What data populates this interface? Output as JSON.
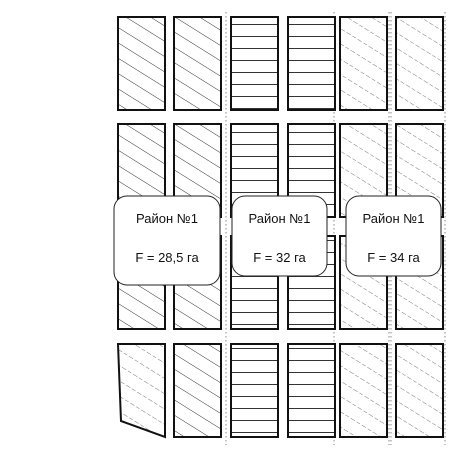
{
  "districts": [
    {
      "name": "Район №1",
      "area": "F = 28,5 га",
      "fill": "hatch-diagonal"
    },
    {
      "name": "Район №1",
      "area": "F = 32 га",
      "fill": "hatch-horizontal"
    },
    {
      "name": "Район №1",
      "area": "F = 34 га",
      "fill": "hatch-diagonal"
    }
  ],
  "colors": {
    "stroke": "#111111",
    "dashed": "#8a8a8a",
    "label_bg": "#ffffff"
  }
}
